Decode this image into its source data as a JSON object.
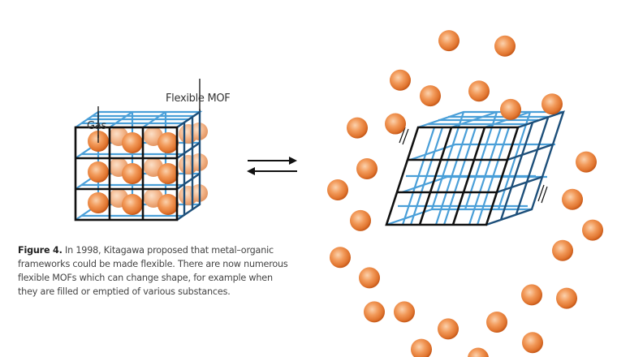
{
  "figure": {
    "labels": {
      "gas": "Gas",
      "flexible_mof": "Flexible MOF"
    },
    "caption": {
      "figure_label": "Figure 4.",
      "text": " In 1998, Kitagawa proposed that metal–organic frameworks could be made flexible. There are now numerous flexible MOFs which can change shape, for example when they are filled or emptied of various substances."
    },
    "icons": {
      "equilibrium": "equilibrium-arrows-icon",
      "gas_molecule": "sphere",
      "framework": "cubic-lattice"
    },
    "colors": {
      "sphere_light": "#f9c39a",
      "sphere_mid": "#f08a45",
      "sphere_dark": "#c75a1a",
      "lattice_blue": "#4a9fd8",
      "lattice_dark_blue": "#1d4f7a",
      "frame_black": "#111111"
    },
    "left_state": {
      "filled": true,
      "gas_rows": 3,
      "gas_cols": 3
    },
    "right_state": {
      "filled": false,
      "released_gas_count": 27
    }
  }
}
